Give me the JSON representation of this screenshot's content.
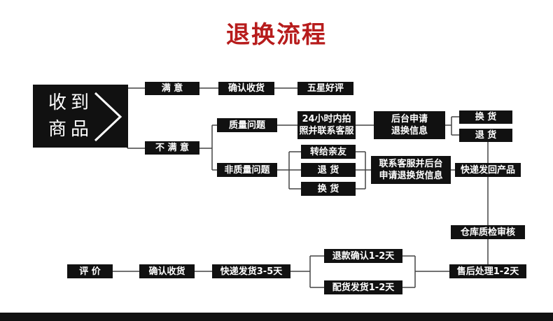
{
  "title": "退换流程",
  "start": {
    "line1": "收到",
    "line2": "商品"
  },
  "nodes": {
    "satisfied": "满 意",
    "confirm_receipt_top": "确认收货",
    "five_star": "五星好评",
    "unsatisfied": "不 满 意",
    "quality_issue": "质量问题",
    "non_quality_issue": "非质量问题",
    "photo_24h": "24小时内拍\n照并联系客服",
    "backend_apply": "后台申请\n退换信息",
    "exchange_top": "换 货",
    "return_top": "退 货",
    "gift_to_friend": "转给亲友",
    "return_mid": "退 货",
    "exchange_mid": "换 货",
    "contact_backend": "联系客服并后台\n申请退换货信息",
    "express_return": "快递发回产品",
    "warehouse_check": "仓库质检审核",
    "after_sales": "售后处理1-2天",
    "refund_confirm": "退款确认1-2天",
    "ship_goods": "配货发货1-2天",
    "express_ship": "快递发货3-5天",
    "confirm_receipt_bottom": "确认收货",
    "review": "评 价"
  }
}
